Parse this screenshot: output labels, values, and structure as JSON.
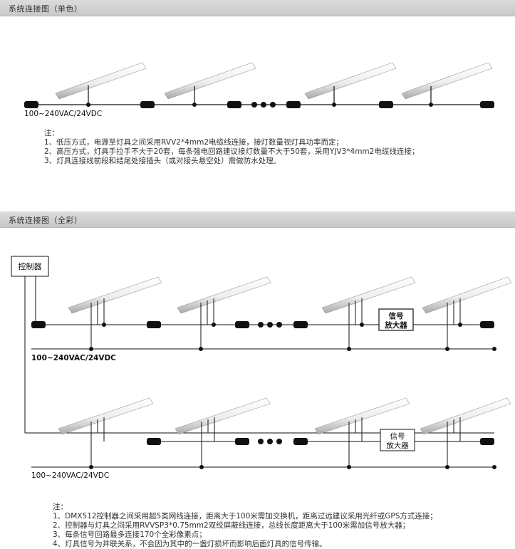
{
  "section1": {
    "title": "系统连接图（单色）",
    "voltage_label": "100~240VAC/24VDC",
    "notes": [
      "注：",
      "1、低压方式，电源至灯具之间采用RVV2*4mm2电缆线连接，接灯数量视灯具功率而定；",
      "2、高压方式，灯具手拉手不大于20套，每条强电回路建议接灯数量不大于50套，采用YJV3*4mm2电缆线连接；",
      "3、灯具连接线前段和结尾处接插头（或对接头悬空处）需做防水处理。"
    ]
  },
  "section2": {
    "title": "系统连接图（全彩）",
    "controller_label": "控制器",
    "amplifier_label_1": "信号",
    "amplifier_label_2": "放大器",
    "voltage_label_top": "100~240VAC/24VDC",
    "voltage_label_bottom": "100~240VAC/24VDC",
    "notes": [
      "注：",
      "1、DMX512控制器之间采用超5类网线连接，距离大于100米需加交换机，距离过远建议采用光纤或GPS方式连接；",
      "2、控制器与灯具之间采用RVVSP3*0.75mm2双绞屏蔽线连接，总线长度距离大于100米需加信号放大器；",
      "3、每条信号回路最多连接170个全彩像素点；",
      "4、灯具信号为并联关系，不会因为其中的一盏灯损坏而影响后面灯具的信号传输。"
    ]
  },
  "colors": {
    "header_bar": "#d2d2d2",
    "line": "#111111",
    "connector": "#111111",
    "tube_light": "#f2f2f2",
    "tube_shadow": "#b0b0b0"
  }
}
